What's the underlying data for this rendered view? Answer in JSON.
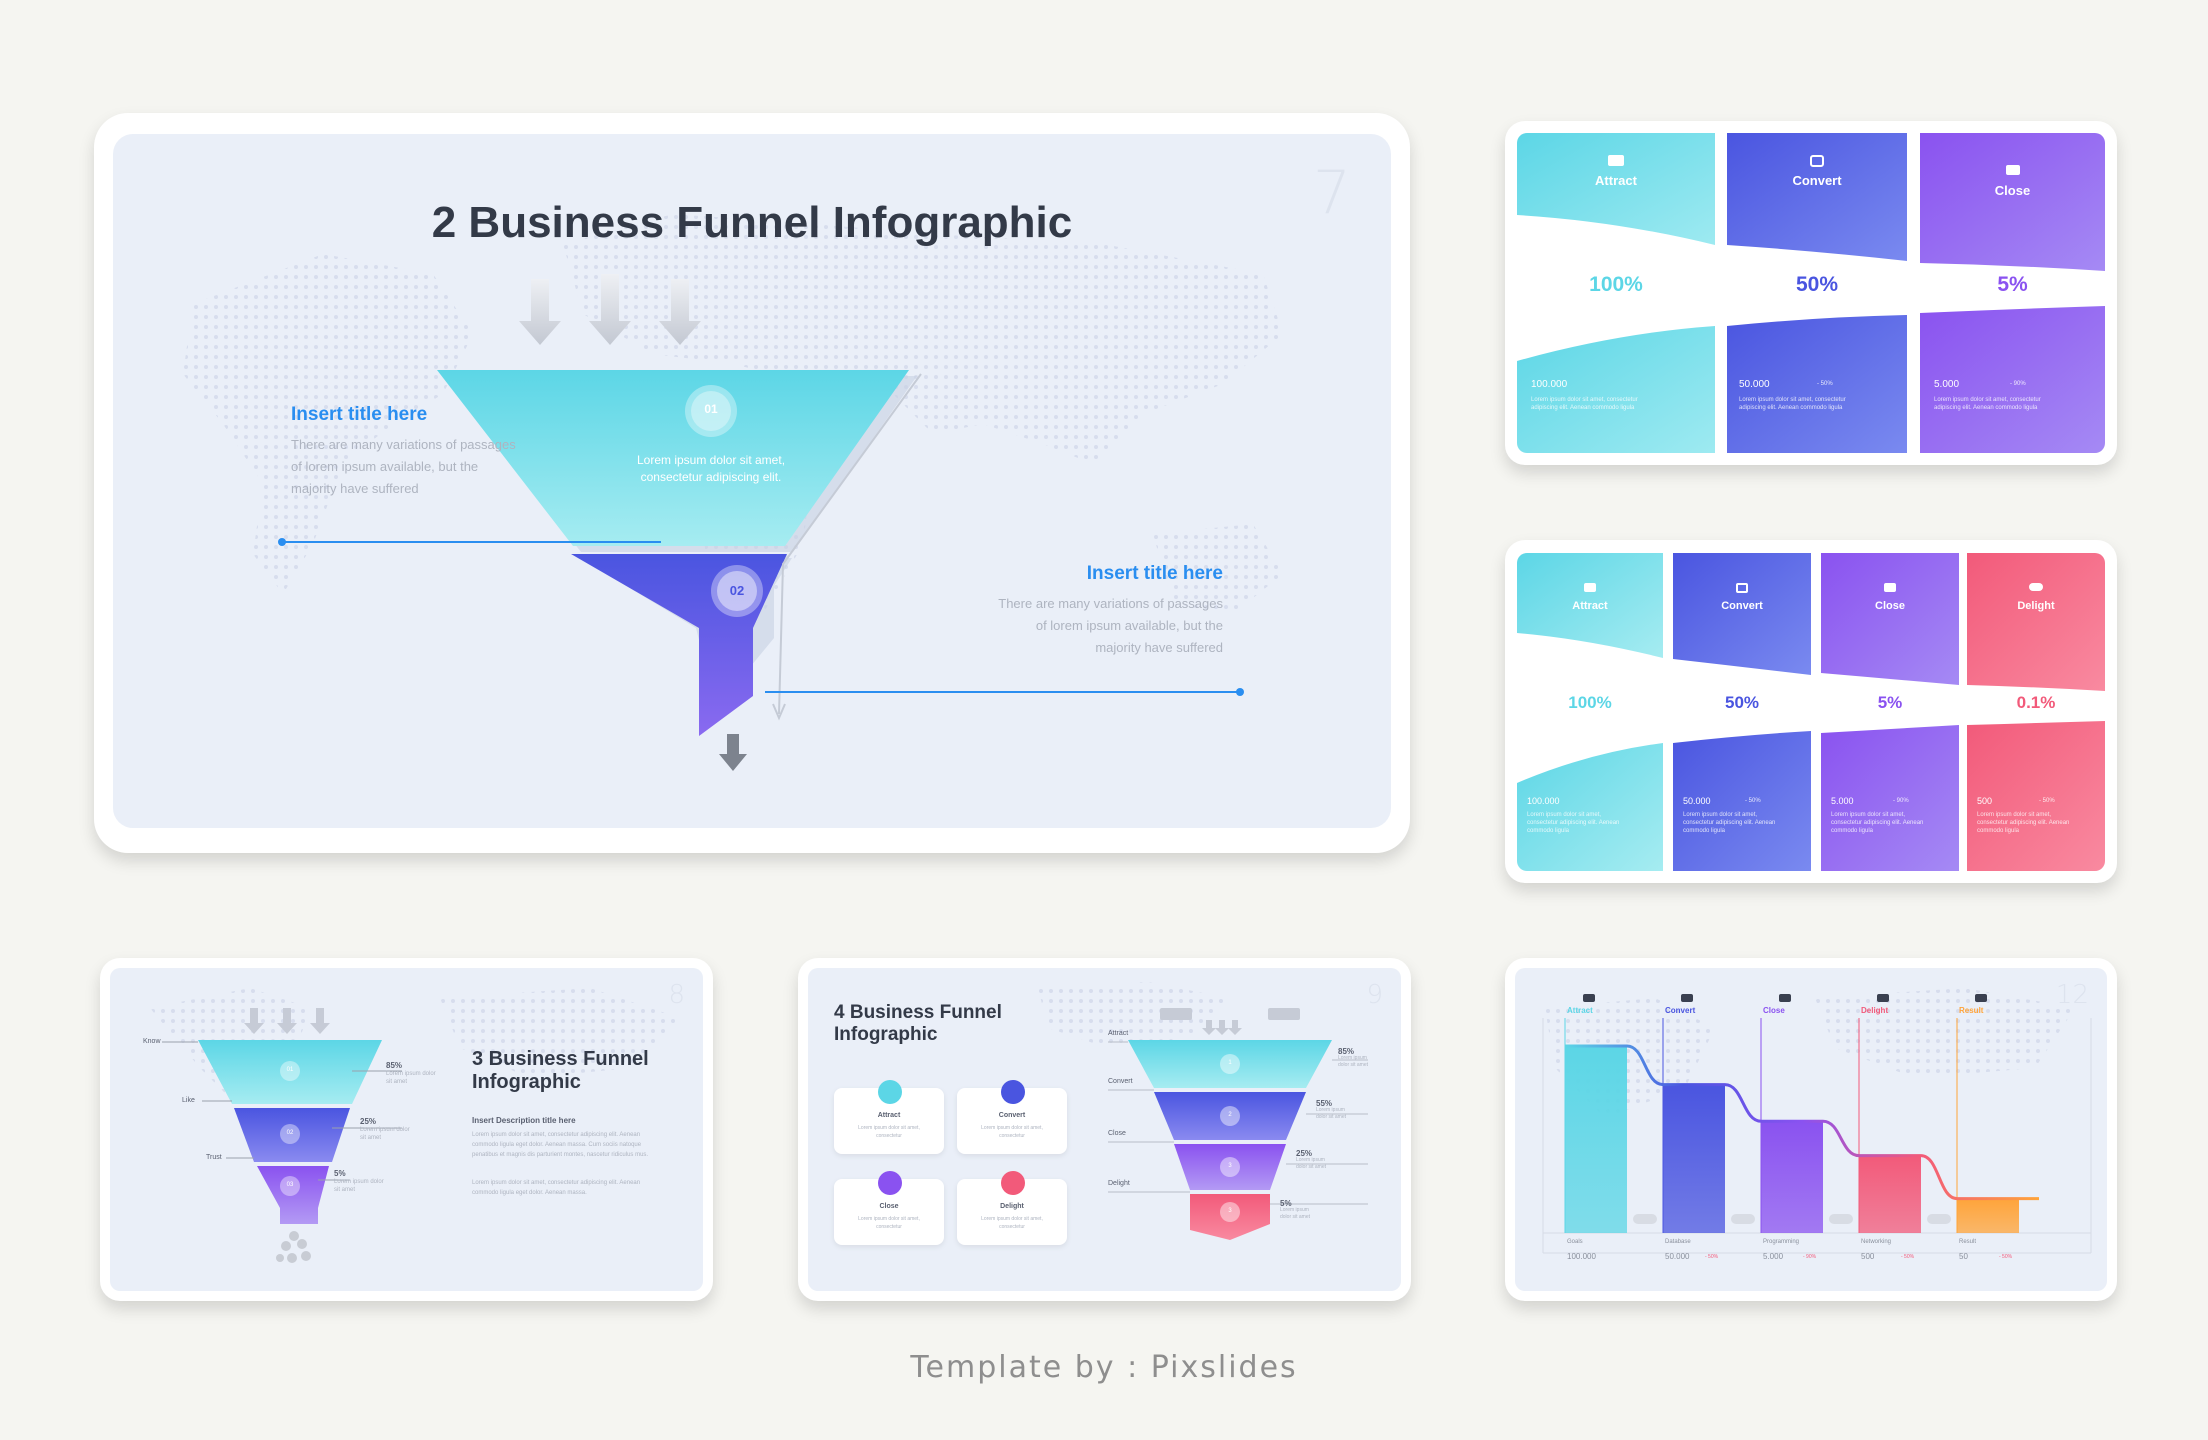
{
  "colors": {
    "cyan": "#5cd6e6",
    "blue": "#4a55e0",
    "purple": "#8a52f0",
    "pink": "#f25a7a",
    "orange": "#ffa43a",
    "title_blue": "#2a8ef0",
    "dark": "#333a48"
  },
  "footer": "Template by : Pixslides",
  "slide7": {
    "page_number": "7",
    "title": "2 Business Funnel Infographic",
    "left_title": "Insert title here",
    "left_body": [
      "There are many variations of passages",
      "of lorem ipsum available, but the",
      "majority have suffered"
    ],
    "right_title": "Insert title here",
    "right_body": [
      "There are many variations of passages",
      "of lorem ipsum available, but the",
      "majority have suffered"
    ],
    "stage1_number": "01",
    "stage1_text": [
      "Lorem ipsum dolor sit amet,",
      "consectetur adipiscing elit."
    ],
    "stage2_number": "02"
  },
  "slide10": {
    "stages": [
      {
        "label": "Attract",
        "icon": "people-icon",
        "percent": "100%",
        "value": "100.000",
        "change": "",
        "desc": [
          "Lorem ipsum dolor sit amet, consectetur",
          "adipiscing elit. Aenean commodo ligula"
        ]
      },
      {
        "label": "Convert",
        "icon": "convert-icon",
        "percent": "50%",
        "value": "50.000",
        "change": "- 50%",
        "desc": [
          "Lorem ipsum dolor sit amet, consectetur",
          "adipiscing elit. Aenean commodo ligula"
        ]
      },
      {
        "label": "Close",
        "icon": "briefcase-icon",
        "percent": "5%",
        "value": "5.000",
        "change": "- 90%",
        "desc": [
          "Lorem ipsum dolor sit amet, consectetur",
          "adipiscing elit. Aenean commodo ligula"
        ]
      }
    ]
  },
  "slide11": {
    "stages": [
      {
        "label": "Attract",
        "icon": "people-icon",
        "percent": "100%",
        "value": "100.000",
        "change": "",
        "desc": [
          "Lorem ipsum dolor sit amet,",
          "consectetur adipiscing elit. Aenean",
          "commodo ligula"
        ]
      },
      {
        "label": "Convert",
        "icon": "convert-icon",
        "percent": "50%",
        "value": "50.000",
        "change": "- 50%",
        "desc": [
          "Lorem ipsum dolor sit amet,",
          "consectetur adipiscing elit. Aenean",
          "commodo ligula"
        ]
      },
      {
        "label": "Close",
        "icon": "briefcase-icon",
        "percent": "5%",
        "value": "5.000",
        "change": "- 90%",
        "desc": [
          "Lorem ipsum dolor sit amet,",
          "consectetur adipiscing elit. Aenean",
          "commodo ligula"
        ]
      },
      {
        "label": "Delight",
        "icon": "handshake-icon",
        "percent": "0.1%",
        "value": "500",
        "change": "- 50%",
        "desc": [
          "Lorem ipsum dolor sit amet,",
          "consectetur adipiscing elit. Aenean",
          "commodo ligula"
        ]
      }
    ]
  },
  "slide8": {
    "page_number": "8",
    "title": [
      "3 Business Funnel",
      "Infographic"
    ],
    "subtitle": "Insert Description title here",
    "para1": [
      "Lorem ipsum dolor sit amet, consectetur adipiscing elit. Aenean",
      "commodo ligula eget dolor. Aenean massa. Cum sociis natoque",
      "penatibus et magnis dis parturient montes, nascetur ridiculus mus."
    ],
    "para2": [
      "Lorem ipsum dolor sit amet, consectetur adipiscing elit. Aenean",
      "commodo ligula eget dolor. Aenean massa."
    ],
    "levels": [
      {
        "label": "Know",
        "number": "01",
        "percent": "85%",
        "desc": [
          "Lorem ipsum dolor",
          "sit amet"
        ]
      },
      {
        "label": "Like",
        "number": "02",
        "percent": "25%",
        "desc": [
          "Lorem ipsum dolor",
          "sit amet"
        ]
      },
      {
        "label": "Trust",
        "number": "03",
        "percent": "5%",
        "desc": [
          "Lorem ipsum dolor",
          "sit amet"
        ]
      }
    ]
  },
  "slide9": {
    "page_number": "9",
    "title": [
      "4 Business Funnel",
      "Infographic"
    ],
    "boxes": [
      {
        "title": "Attract",
        "icon": "people-icon",
        "desc": [
          "Lorem ipsum dolor sit amet,",
          "consectetur"
        ]
      },
      {
        "title": "Convert",
        "icon": "convert-icon",
        "desc": [
          "Lorem ipsum dolor sit amet,",
          "consectetur"
        ]
      },
      {
        "title": "Close",
        "icon": "briefcase-icon",
        "desc": [
          "Lorem ipsum dolor sit amet,",
          "consectetur"
        ]
      },
      {
        "title": "Delight",
        "icon": "handshake-icon",
        "desc": [
          "Lorem ipsum dolor sit amet,",
          "consectetur"
        ]
      }
    ],
    "levels": [
      {
        "label": "Attract",
        "number": "1",
        "percent": "85%",
        "desc": [
          "Lorem ipsum",
          "dolor sit amet"
        ]
      },
      {
        "label": "Convert",
        "number": "2",
        "percent": "55%",
        "desc": [
          "Lorem ipsum",
          "dolor sit amet"
        ]
      },
      {
        "label": "Close",
        "number": "3",
        "percent": "25%",
        "desc": [
          "Lorem ipsum",
          "dolor sit amet"
        ]
      },
      {
        "label": "Delight",
        "number": "3",
        "percent": "5%",
        "desc": [
          "Lorem ipsum",
          "dolor sit amet"
        ]
      }
    ]
  },
  "slide12": {
    "page_number": "12",
    "columns": [
      {
        "label": "Attract",
        "icon": "people-icon",
        "sublabel": "Goals",
        "value": "100.000",
        "change": "",
        "level": 0.87,
        "color": "#5cd6e6"
      },
      {
        "label": "Convert",
        "icon": "convert-icon",
        "sublabel": "Database",
        "value": "50.000",
        "change": "- 50%",
        "level": 0.69,
        "color": "#4a55e0"
      },
      {
        "label": "Close",
        "icon": "briefcase-icon",
        "sublabel": "Programming",
        "value": "5.000",
        "change": "- 90%",
        "level": 0.52,
        "color": "#8a52f0"
      },
      {
        "label": "Delight",
        "icon": "handshake-icon",
        "sublabel": "Networking",
        "value": "500",
        "change": "- 50%",
        "level": 0.36,
        "color": "#f25a7a"
      },
      {
        "label": "Result",
        "icon": "briefcase-icon",
        "sublabel": "Result",
        "value": "50",
        "change": "- 50%",
        "level": 0.16,
        "color": "#ffa43a"
      }
    ]
  }
}
